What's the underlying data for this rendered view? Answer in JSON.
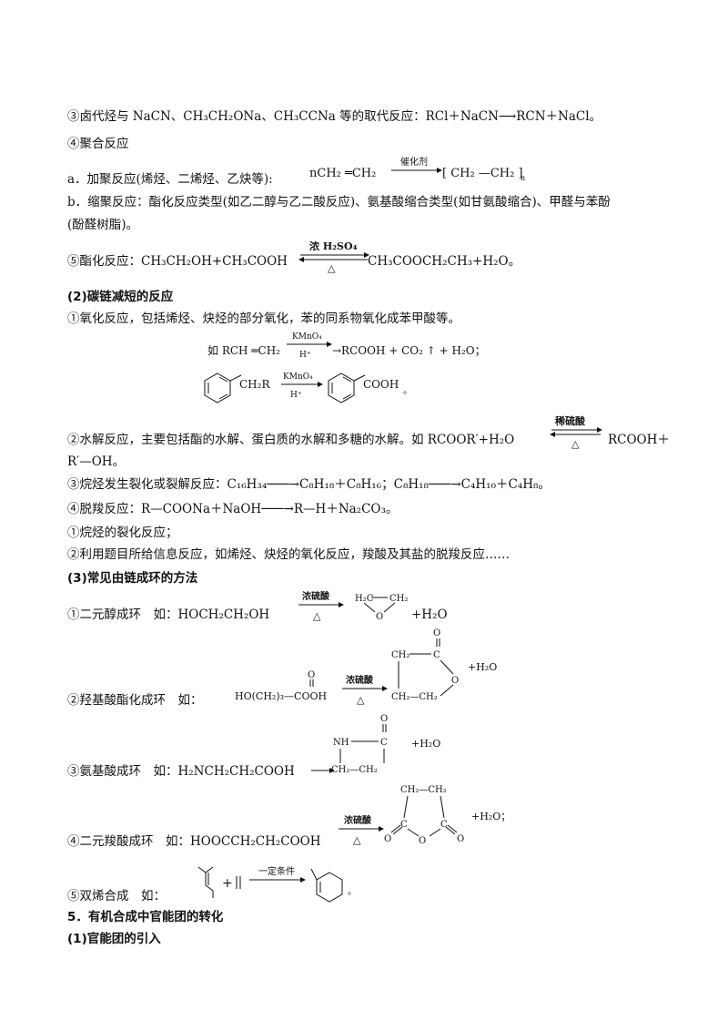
{
  "lines": {
    "l1": "③卤代烃与 NaCN、CH₃CH₂ONa、CH₃CCNa 等的取代反应：RCl＋NaCN⟶RCN＋NaCl。",
    "l2": "④聚合反应",
    "l3": "a．加聚反应(烯烃、二烯烃、乙炔等):",
    "l4": "b．缩聚反应：酯化反应类型(如乙二醇与乙二酸反应)、氨基酸缩合类型(如甘氨酸缩合)、甲醛与苯酚",
    "l5": "(酚醛树脂)。",
    "l6a": "⑤酯化反应：CH₃CH₂OH+CH₃COOH",
    "l6b": "CH₃COOCH₂CH₃+H₂O。",
    "l7": "(2)碳链减短的反应",
    "l8": "①氧化反应，包括烯烃、炔烃的部分氧化，苯的同系物氧化成苯甲酸等。",
    "l9": "如 RCH ═CH₂",
    "l9b": "→RCOOH + CO₂ ↑ + H₂O；",
    "l11a": "②水解反应，主要包括酯的水解、蛋白质的水解和多糖的水解。如 RCOOR′+H₂O",
    "l11b": "RCOOH＋",
    "l12": "R′—OH。",
    "l13": "③烷烃发生裂化或裂解反应：C₁₆H₃₄───→C₈H₁₈＋C₈H₁₆；C₈H₁₈───→C₄H₁₀＋C₄H₈。",
    "l14": "④脱羧反应：R—COONa＋NaOH───→R—H＋Na₂CO₃。",
    "l15": "①烷烃的裂化反应；",
    "l16": "②利用题目所给信息反应，如烯烃、炔烃的氧化反应，羧酸及其盐的脱羧反应……",
    "l17": "(3)常见由链成环的方法",
    "l18": "①二元醇成环　如：HOCH₂CH₂OH",
    "l18b": "+H₂O",
    "l19": "②羟基酸酯化成环　如：",
    "l20": "③氨基酸成环　如：H₂NCH₂CH₂COOH",
    "l21": "④二元羧酸成环　如：HOOCCH₂CH₂COOH",
    "l22": "⑤双烯合成　如：",
    "l23": "5．有机合成中官能团的转化",
    "l24": "(1)官能团的引入"
  },
  "figures": {
    "polymer": {
      "left": "nCH₂ ═CH₂",
      "catalyst": "催化剂",
      "product": "[ CH₂ —CH₂ ]",
      "n": "n"
    },
    "ester_cond_top": "浓 H₂SO₄",
    "ester_cond_bottom": "△",
    "kmno4": "KMnO₄",
    "hplus": "H⁺",
    "benzyl": "CH₂R",
    "cooh": "COOH",
    "period": "。",
    "dilute_acid": "稀硫酸",
    "delta": "△",
    "conc_sulfuric": "浓硫酸",
    "epoxide": {
      "c1": "H₂C",
      "c2": "CH₂",
      "o": "O"
    },
    "hydroxyacid": {
      "formula": "HO(CH₂)₃—COOH",
      "o": "O",
      "ring_ch2": "CH₂",
      "ring_c": "C",
      "ring_o": "O",
      "ring_bottom": "CH₂—CH₂",
      "water": "+H₂O"
    },
    "aminoacid": {
      "o": "O",
      "nh": "NH",
      "c": "C",
      "bottom": "CH₂—CH₂",
      "water": "+H₂O"
    },
    "diacid": {
      "top": "CH₂—CH₂",
      "c": "C",
      "o": "O",
      "water": "+H₂O；"
    },
    "dielsalder": {
      "plus": "+",
      "cond": "一定条件",
      "period": "。"
    }
  }
}
